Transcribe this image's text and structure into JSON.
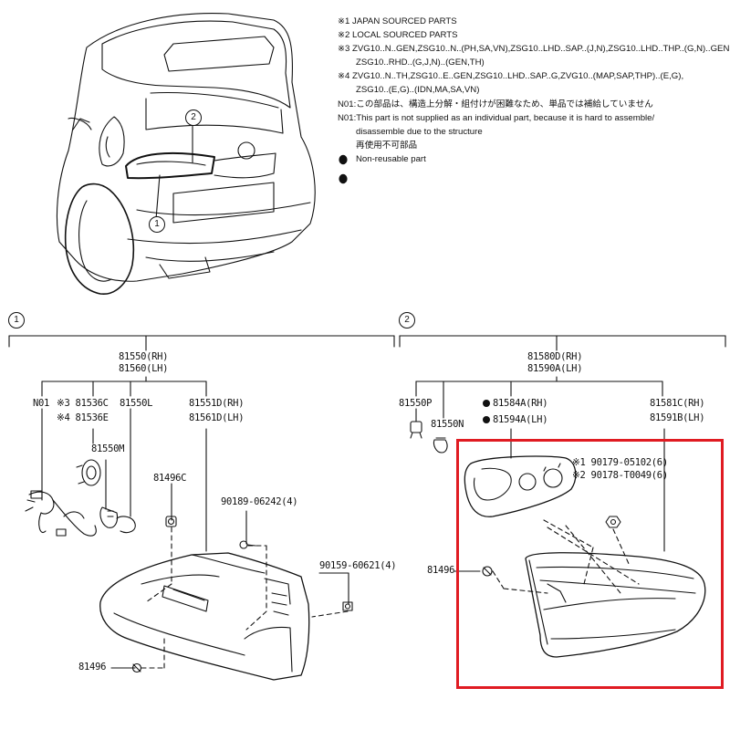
{
  "notes": {
    "n1": "※1 JAPAN SOURCED PARTS",
    "n2": "※2 LOCAL SOURCED PARTS",
    "n3a": "※3 ZVG10..N..GEN,ZSG10..N..(PH,SA,VN),ZSG10..LHD..SAP..(J,N),ZSG10..LHD..THP..(G,N)..GEN",
    "n3b": "ZSG10..RHD..(G,J,N)..(GEN,TH)",
    "n4a": "※4 ZVG10..N..TH,ZSG10..E..GEN,ZSG10..LHD..SAP..G,ZVG10..(MAP,SAP,THP)..(E,G),",
    "n4b": "ZSG10..(E,G)..(IDN,MA,SA,VN)",
    "n01_jp": "N01:この部品は、構造上分解・組付けが困難なため、単品では補給していません",
    "n01_en1": "N01:This part is not supplied as an individual part, because it is hard to assemble/",
    "n01_en2": "disassemble due to the structure",
    "nonreuse_jp": "再使用不可部品",
    "nonreuse_en": "Non-reusable part"
  },
  "callouts": {
    "c1": "1",
    "c2": "2"
  },
  "section1": {
    "number": "1",
    "assy_rh": "81550(RH)",
    "assy_lh": "81560(LH)",
    "n01": "N01",
    "p81536c": "※3 81536C",
    "p81536e": "※4 81536E",
    "p81550l": "81550L",
    "p81551d": "81551D(RH)",
    "p81561d": "81561D(LH)",
    "p81550m": "81550M",
    "p81496c": "81496C",
    "p90189": "90189-06242(4)",
    "p90159": "90159-60621(4)",
    "p81496": "81496"
  },
  "section2": {
    "number": "2",
    "assy_rh": "81580D(RH)",
    "assy_lh": "81590A(LH)",
    "p81550p": "81550P",
    "p81550n": "81550N",
    "p81584a": "81584A(RH)",
    "p81594a": "81594A(LH)",
    "p81581c": "81581C(RH)",
    "p81591b": "81591B(LH)",
    "p90179": "※1 90179-05102(6)",
    "p90178": "※2 90178-T0049(6)",
    "p81496": "81496"
  },
  "colors": {
    "highlight": "#e01b22",
    "line": "#111111"
  }
}
